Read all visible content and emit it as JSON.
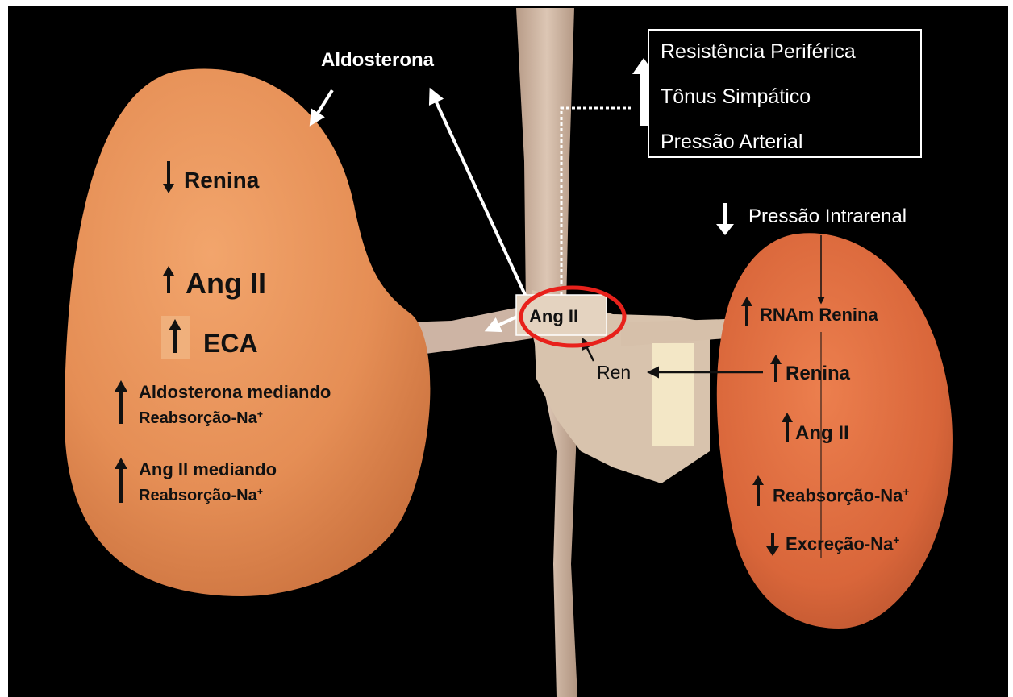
{
  "colors": {
    "background": "#000000",
    "kidney": "#e8935a",
    "kidney_right": "#d86a40",
    "aorta": "#d9c4b0",
    "highlight_ring": "#e8211b",
    "arrow_light": "#ffffff",
    "arrow_dark": "#111111"
  },
  "top": {
    "aldosterona": "Aldosterona"
  },
  "effects_box": {
    "arrow_icon": "up-arrow",
    "items": [
      "Resistência Periférica",
      "Tônus Simpático",
      "Pressão Arterial"
    ]
  },
  "left_kidney": {
    "renina": {
      "arrow": "down",
      "label": "Renina"
    },
    "ang2": {
      "arrow": "up",
      "label": "Ang II"
    },
    "eca": {
      "arrow": "up",
      "label": "ECA"
    },
    "aldo": {
      "arrow": "up",
      "line1": "Aldosterona mediando",
      "line2_text": "Reabsorção-Na",
      "sup": "+"
    },
    "ang2_med": {
      "arrow": "up",
      "line1": "Ang II mediando",
      "line2_text": "Reabsorção-Na",
      "sup": "+"
    }
  },
  "center": {
    "ang2_circled": "Ang II",
    "ren": "Ren"
  },
  "right_kidney": {
    "pressao": {
      "arrow": "down",
      "label": "Pressão Intrarenal"
    },
    "rnam": {
      "arrow": "up",
      "label": "RNAm Renina"
    },
    "renina": {
      "arrow": "up",
      "label": "Renina"
    },
    "ang2": {
      "arrow": "up",
      "label": "Ang II"
    },
    "reabs": {
      "arrow": "up",
      "text": "Reabsorção-Na",
      "sup": "+"
    },
    "excr": {
      "arrow": "down",
      "text": "Excreção-Na",
      "sup": "+"
    }
  }
}
